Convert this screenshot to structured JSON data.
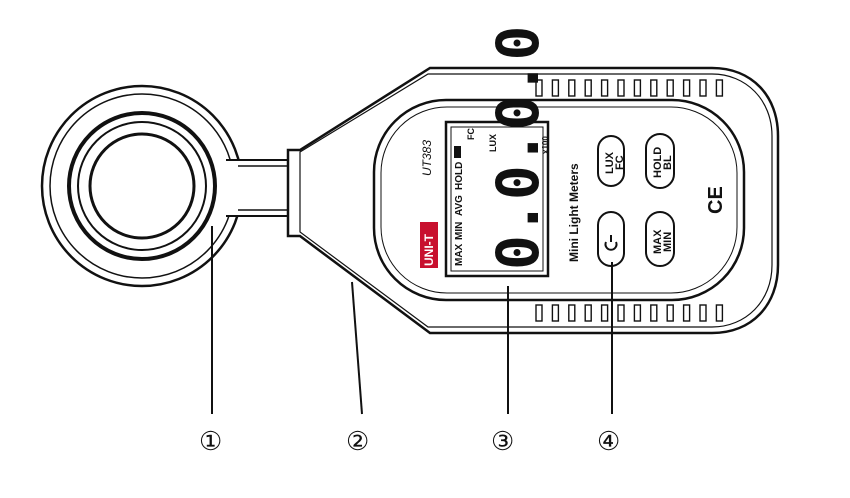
{
  "device": {
    "model": "UT383",
    "series": "Mini Light Meters",
    "brand": "UNI-T",
    "cert": "CE"
  },
  "display": {
    "digits": "0.0.0.0",
    "indicators": [
      "MAX",
      "MIN",
      "AVG",
      "HOLD"
    ],
    "unit_fc": "FC",
    "unit_lux": "LUX",
    "multiplier": "x100"
  },
  "buttons": {
    "lux_fc": [
      "LUX",
      "FC"
    ],
    "hold_bl": [
      "HOLD",
      "BL"
    ],
    "max_min": [
      "MAX",
      "MIN"
    ],
    "power_icon": "power-icon"
  },
  "callouts": [
    "①",
    "②",
    "③",
    "④"
  ]
}
